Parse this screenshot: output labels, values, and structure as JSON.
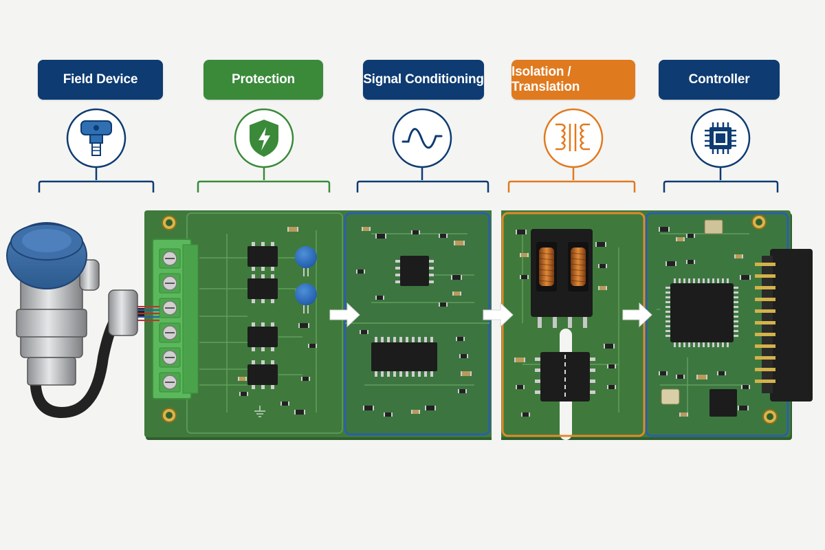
{
  "stages": [
    {
      "id": "field",
      "label": "Field Device",
      "color": "#0d3b72",
      "icon": "pressure-transmitter-icon"
    },
    {
      "id": "prot",
      "label": "Protection",
      "color": "#3a8a3a",
      "icon": "shield-lightning-icon"
    },
    {
      "id": "sig",
      "label": "Signal Conditioning",
      "color": "#0d3b72",
      "icon": "sine-wave-icon"
    },
    {
      "id": "iso",
      "label": "Isolation / Translation",
      "color": "#e07a1f",
      "icon": "transformer-icon"
    },
    {
      "id": "ctrl",
      "label": "Controller",
      "color": "#0d3b72",
      "icon": "microchip-icon"
    }
  ],
  "colors": {
    "pcb": "#3f7a3c",
    "pcb_dark": "#2f5f2e",
    "trace": "#5a9657",
    "terminal": "#5cb85c",
    "chip": "#1c1c1c",
    "blue_outline": "#2b5fa8",
    "orange_outline": "#e08a2a"
  }
}
